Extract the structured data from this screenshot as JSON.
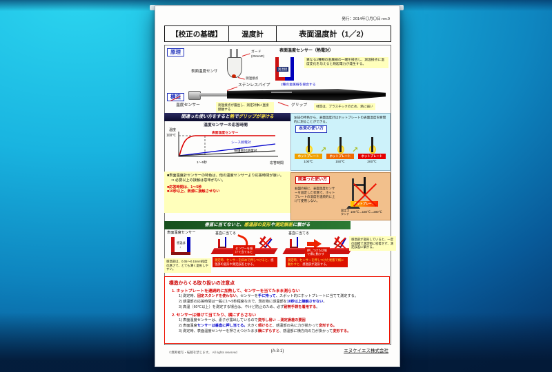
{
  "header": {
    "issue": "発行：2014年〇月〇日  rev.0",
    "title1": "【校正の基礎】",
    "title2": "温度計",
    "title3": "表面温度計（1／2）"
  },
  "principle": {
    "label": "原理",
    "sensor_label": "表面温度センサ",
    "guard_label": "ガード",
    "guard_size": "(20mmΦ)",
    "tip_label": "測温接点",
    "tc_title": "表面温度センサー（熱電対）",
    "tc_junction": "測温接点",
    "tc_note": "異なる2種類の金属線の一端を接合し、測温接点に温度変化を与えると熱起電力が発生する。",
    "tc_caption": "2種の金属線を接合する"
  },
  "structure": {
    "label": "構造",
    "pipe_label": "ステンレスパイプ",
    "sensor_label": "温度センサー",
    "sensor_note": "測温接点が露出し、測定対象に直接接触する",
    "grip_label": "グリップ",
    "grip_note": "材質は、プラスチックのため、熱に弱い"
  },
  "response": {
    "banner_segments": [
      {
        "t": "間違った使い方をすると",
        "c": "#ffffff"
      },
      {
        "t": "熱",
        "c": "#ffe640"
      },
      {
        "t": "で",
        "c": "#ffffff"
      },
      {
        "t": "グリップが溶ける",
        "c": "#ffe640"
      }
    ],
    "chart": {
      "type": "line",
      "title": "温度センサーの応答時間",
      "ylabel": "温度",
      "ytick": "100℃",
      "xtick": "1～5秒",
      "xlabel": "応答時間",
      "series": [
        {
          "name": "表面温度センサー",
          "color": "#dd0000",
          "shape": "fast rise to 100℃ in 1-5s then flat"
        },
        {
          "name": "シース熱電対",
          "color": "#0000cc",
          "shape": "slow linear rise"
        },
        {
          "name": "保護管付熱電対",
          "color": "#111111",
          "shape": "slowest linear rise"
        }
      ]
    },
    "notes": {
      "l1": "■表面温度計センサーの特色は、他の温度センサーより応答時間が速い。",
      "l2": "⇒ 必要以上の接触は意味がない。",
      "l3": "■応答時間は、1～5秒",
      "l4": "■10秒以上、熱源に接触させない"
    }
  },
  "proper": {
    "intro": "左記の特色から、表面温度計はホットプレートの表面温度を瞬間的に測ることができる。",
    "label": "本来の使い方",
    "plates": [
      {
        "name": "ホットプレート",
        "temp": "100℃",
        "color": "#f0a000"
      },
      {
        "name": "ホットプレート",
        "temp": "150℃",
        "color": "#f06800"
      },
      {
        "name": "ホットプレート",
        "temp": "200℃",
        "color": "#e60000"
      }
    ]
  },
  "wrong": {
    "label": "間違った使い方",
    "text": "右図の様に、表面温度センサーを固定した状態で、ホットプレートの温度を連続的に上げて使用しない。",
    "stand_label": "固定スタンド",
    "plate_label": "ホットプレート",
    "temps": "100℃→150℃→200℃"
  },
  "vertical": {
    "banner_segments": [
      {
        "t": "垂直に当てないと、",
        "c": "#ffffff"
      },
      {
        "t": "感温部の変形",
        "c": "#ffe640"
      },
      {
        "t": "や",
        "c": "#ffffff"
      },
      {
        "t": "測定誤差",
        "c": "#ffe640"
      },
      {
        "t": "に繋がる",
        "c": "#ffffff"
      }
    ],
    "sensor_label": "表面温度センサー",
    "part_label": "感温部",
    "part_arrow": "↓",
    "left_note": "感温部は、0.05～0.15mm程度の厚さで、とても薄く変形しやすい。",
    "step_label": "垂直に当てる",
    "arrow1_note": "センサーを傾けて当てると",
    "note1_segments": [
      {
        "t": "測定時、センサーを斜めで押しつけると、",
        "c": "#ffe640"
      },
      {
        "t": "感温部の変形や測定誤差となる。",
        "c": "#ffffff"
      }
    ],
    "step2_label": "垂直に当てる",
    "arrow2_note": "押しつけた状態で横に動かす",
    "note2_segments": [
      {
        "t": "測定時、センサーを押しつけた状態で横に動かすと、",
        "c": "#ffe640"
      },
      {
        "t": "感温部が変形する。",
        "c": "#ffffff"
      }
    ],
    "right_note": "感温部が変形していると、一定の面積で測定物に密着せず、測定誤差に繋がる。"
  },
  "cautions": {
    "title": "構造からくる取り扱いの注意点",
    "item1": "1. ホットプレートを連続的に加熱して、センサーを当てたまま測らない",
    "sub1_1_segments": [
      {
        "t": "1) 測定時、"
      },
      {
        "t": "固定スタンドを使わない",
        "c": "#cc0000",
        "b": true
      },
      {
        "t": "。センサーを"
      },
      {
        "t": "手に持って",
        "c": "#0000cc",
        "b": true
      },
      {
        "t": "、スポット的にホットプレートに当てて測定する。"
      }
    ],
    "sub1_2_segments": [
      {
        "t": "2) 感温部の応答時間は一般に1～5秒程度なので、測定物に感温部を"
      },
      {
        "t": "10秒以上接触させない",
        "c": "#0000cc",
        "b": true
      },
      {
        "t": "。"
      }
    ],
    "sub1_3_segments": [
      {
        "t": "3) 高温（60℃以上）を測定する場合は、やけど防止のため、必ず"
      },
      {
        "t": "耐熱手袋を着用する",
        "c": "#cc0000",
        "b": true
      },
      {
        "t": "。"
      }
    ],
    "item2": "2. センサーは傾けて当てたり、横にずらさない",
    "sub2_1_segments": [
      {
        "t": "1) 表面温度センサーは、素子が露出しているので"
      },
      {
        "t": "変形し易い",
        "c": "#cc0000",
        "b": true
      },
      {
        "t": " →測定誤差の要因",
        "c": "#cc0000",
        "b": true
      }
    ],
    "sub2_2_segments": [
      {
        "t": "2) 表面温度"
      },
      {
        "t": "センサーは垂直に押し当てる。",
        "c": "#0000cc",
        "b": true
      },
      {
        "t": "大きく"
      },
      {
        "t": "傾けると",
        "c": "#cc0000",
        "b": true
      },
      {
        "t": "、感温部の先に力が掛かって"
      },
      {
        "t": "変形する。",
        "c": "#cc0000",
        "b": true
      }
    ],
    "sub2_3_segments": [
      {
        "t": "3) 測定時、表面温度センサーを押さえつけたまま"
      },
      {
        "t": "横にずらすと",
        "c": "#cc0000",
        "b": true
      },
      {
        "t": "、感温部に横方向の力が掛かって"
      },
      {
        "t": "変形する。",
        "c": "#cc0000",
        "b": true
      }
    ]
  },
  "footer": {
    "copyright": "©無断複写・転載を禁じます。 All rights reserved",
    "page_no": "(A-3-1)",
    "company": "エヌケイエス株式会社"
  }
}
